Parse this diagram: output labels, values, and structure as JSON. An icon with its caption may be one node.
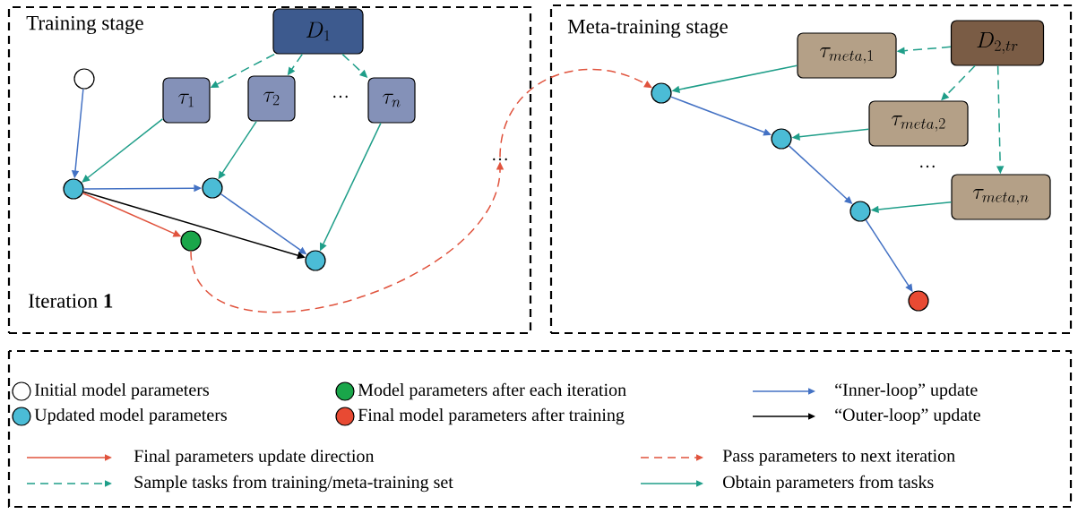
{
  "diagram": {
    "nodes": [
      {
        "text": [
          "Training stage",
          "Iteration **1**"
        ]
      },
      {
        "text": [
          "D_{1}"
        ],
        "in": 0
      },
      {
        "text": [
          "\\tau_{1}"
        ],
        "in": 0
      },
      {
        "text": [
          "\\tau_{2}"
        ],
        "in": 0
      },
      {
        "text": [
          "\\tau_{n}"
        ],
        "in": 0
      },
      {
        "text": [],
        "shape": "circle",
        "in": 0
      },
      {
        "text": [],
        "shape": "circle",
        "in": 0
      },
      {
        "text": [],
        "shape": "circle",
        "in": 0
      },
      {
        "text": [],
        "shape": "circle",
        "in": 0
      },
      {
        "text": [],
        "shape": "circle",
        "in": 0
      },
      {
        "text": [
          "…"
        ],
        "in": 0
      },
      {
        "text": [
          "Meta-training stage"
        ]
      },
      {
        "text": [
          "D_{2,tr}"
        ],
        "in": 11
      },
      {
        "text": [
          "\\tau_{meta,1}"
        ],
        "in": 11
      },
      {
        "text": [
          "\\tau_{meta,2}"
        ],
        "in": 11
      },
      {
        "text": [
          "\\tau_{meta,n}"
        ],
        "in": 11
      },
      {
        "text": [],
        "shape": "circle",
        "in": 11
      },
      {
        "text": [],
        "shape": "circle",
        "in": 11
      },
      {
        "text": [],
        "shape": "circle",
        "in": 11
      },
      {
        "text": [],
        "shape": "circle",
        "in": 11
      }
    ],
    "edges": [
      {
        "from": 1,
        "to": 2,
        "arrow": "to",
        "style": "dashed"
      },
      {
        "from": 1,
        "to": 3,
        "arrow": "to",
        "style": "dashed"
      },
      {
        "from": 1,
        "to": 4,
        "arrow": "to",
        "style": "dashed"
      },
      {
        "from": 2,
        "to": 6,
        "arrow": "to"
      },
      {
        "from": 3,
        "to": 7,
        "arrow": "to"
      },
      {
        "from": 4,
        "to": 9,
        "arrow": "to"
      },
      {
        "from": 5,
        "to": 6,
        "arrow": "to",
        "color": "#4472c4"
      },
      {
        "from": 6,
        "to": 7,
        "arrow": "to",
        "color": "#4472c4"
      },
      {
        "from": 7,
        "to": 9,
        "arrow": "to",
        "color": "#4472c4"
      },
      {
        "from": 6,
        "to": 9,
        "arrow": "to",
        "color": "#000000"
      },
      {
        "from": 6,
        "to": 8,
        "arrow": "to",
        "color": "#e0533d"
      },
      {
        "from": 8,
        "to": 10,
        "arrow": "to",
        "style": "dashed",
        "color": "#e0533d"
      },
      {
        "from": 10,
        "to": 16,
        "arrow": "to",
        "style": "dashed",
        "color": "#e0533d"
      },
      {
        "from": 12,
        "to": 13,
        "arrow": "to",
        "style": "dashed"
      },
      {
        "from": 12,
        "to": 14,
        "arrow": "to",
        "style": "dashed"
      },
      {
        "from": 12,
        "to": 15,
        "arrow": "to",
        "style": "dashed"
      },
      {
        "from": 13,
        "to": 16,
        "arrow": "to"
      },
      {
        "from": 14,
        "to": 17,
        "arrow": "to"
      },
      {
        "from": 15,
        "to": 18,
        "arrow": "to"
      },
      {
        "from": 16,
        "to": 17,
        "arrow": "to",
        "color": "#4472c4"
      },
      {
        "from": 17,
        "to": 18,
        "arrow": "to",
        "color": "#4472c4"
      },
      {
        "from": 18,
        "to": 19,
        "arrow": "to",
        "color": "#4472c4"
      }
    ],
    "labels": [
      "…",
      "…"
    ],
    "legend": [
      {
        "text": "Initial model parameters"
      },
      {
        "text": "Model parameters after each iteration",
        "color": "#1aa64a"
      },
      {
        "text": "“Inner-loop” update"
      },
      {
        "text": "Updated model parameters",
        "color": "#4bbcd6"
      },
      {
        "text": "Final model parameters after training",
        "color": "#e84a33"
      },
      {
        "text": "“Outer-loop” update"
      },
      {
        "text": "Final parameters update direction"
      },
      {
        "text": "Pass parameters to next iteration"
      },
      {
        "text": "Sample tasks from training/meta-training set"
      },
      {
        "text": "Obtain parameters from tasks"
      }
    ]
  }
}
